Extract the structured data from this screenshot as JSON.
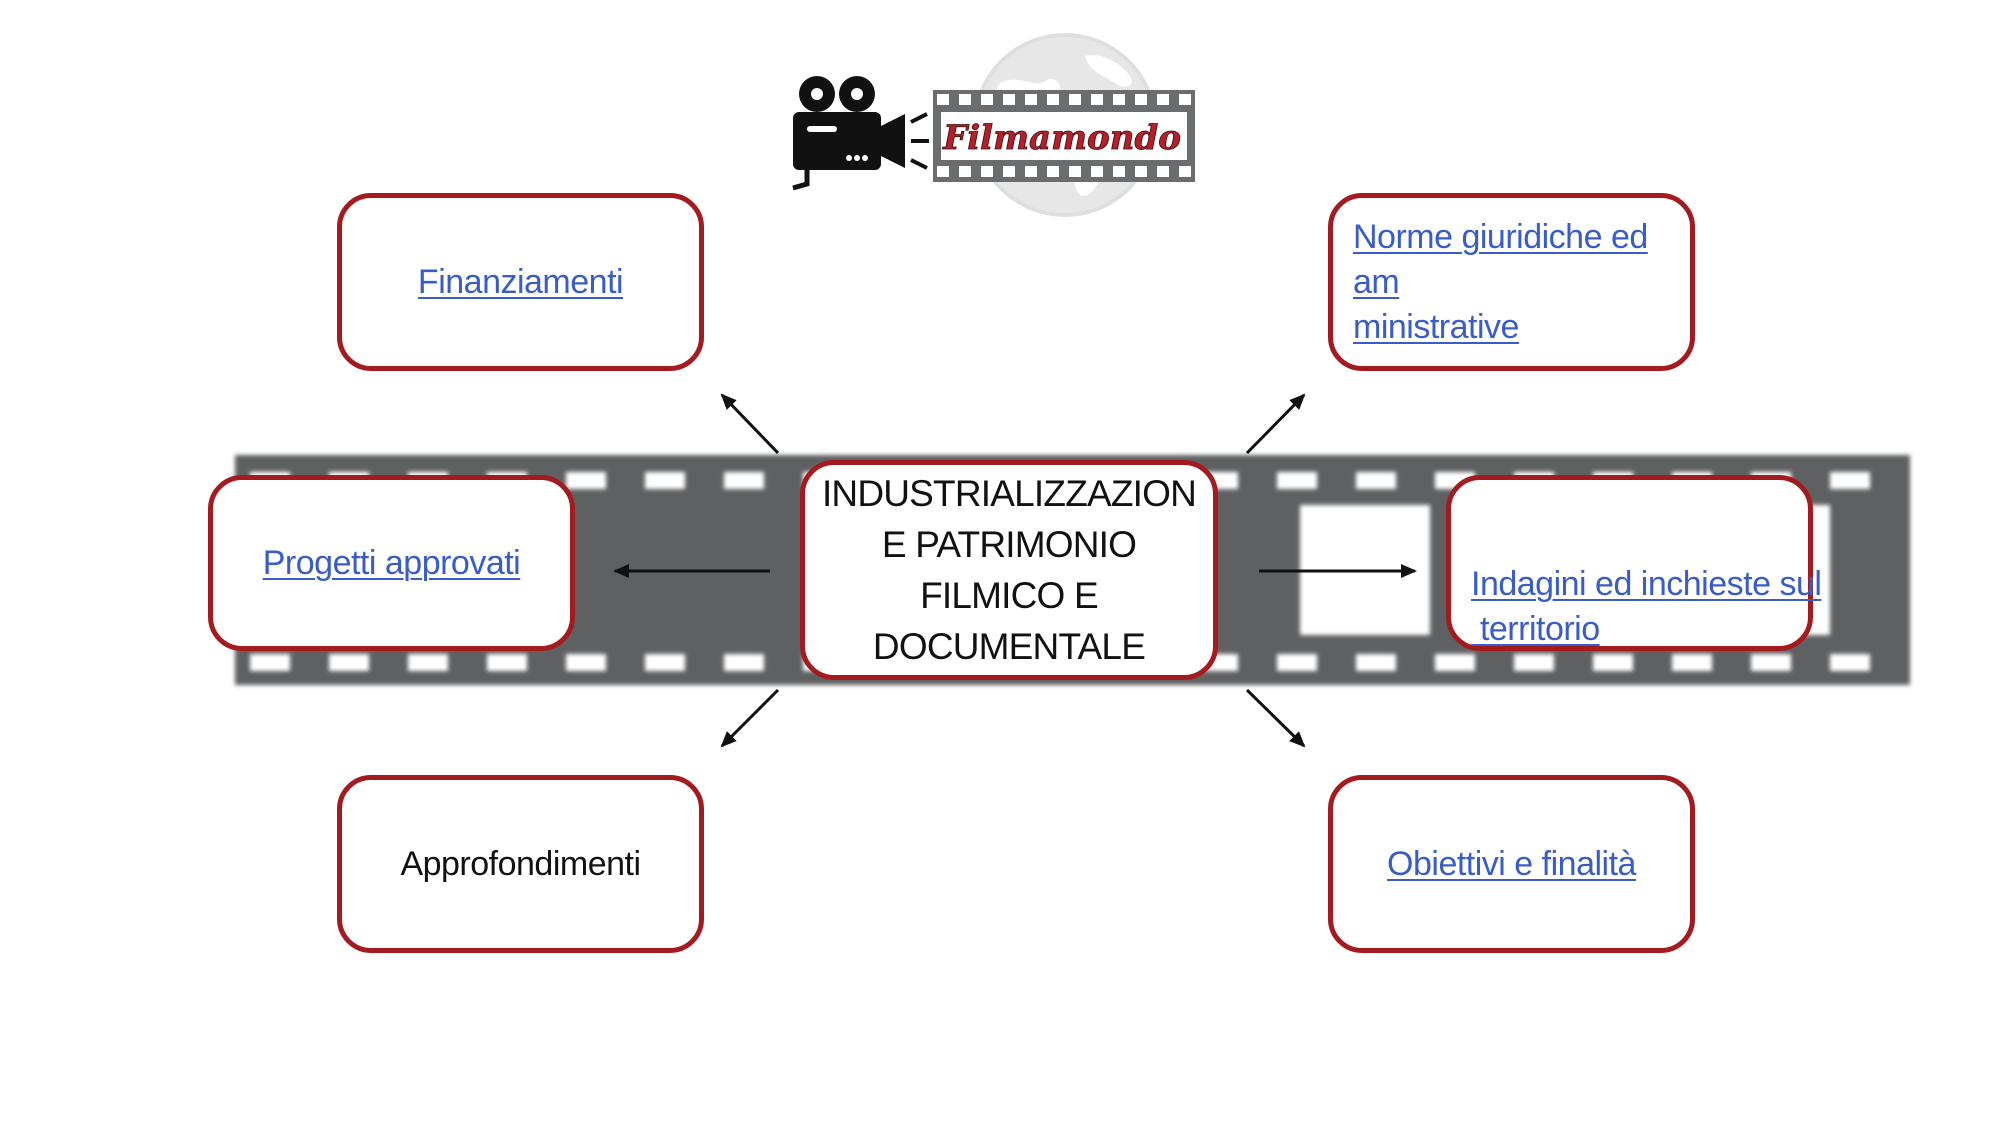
{
  "diagram": {
    "center": {
      "lines": [
        "INDUSTRIALIZZAZION",
        "E PATRIMONIO",
        "FILMICO E",
        "DOCUMENTALE"
      ]
    },
    "nodes": {
      "finanziamenti": {
        "label": "Finanziamenti"
      },
      "norme": {
        "label_line1": "Norme giuridiche ed am",
        "label_line2": "ministrative"
      },
      "progetti": {
        "label": "Progetti approvati"
      },
      "indagini": {
        "label_line1": "Indagini ed inchieste sul",
        "label_line2": " territorio"
      },
      "approfondimenti": {
        "label": "Approfondimenti"
      },
      "obiettivi": {
        "label": "Obiettivi e finalità"
      }
    }
  },
  "logo": {
    "wordmark": "Filmamondo",
    "icons": [
      "movie-camera-icon",
      "globe-icon",
      "film-strip-icon"
    ]
  },
  "colors": {
    "box_border": "#a31a1f",
    "link_text": "#3a5cc9",
    "film_strip": "#5f6062",
    "arrow": "#111111",
    "logo_red": "#b51f2a"
  }
}
